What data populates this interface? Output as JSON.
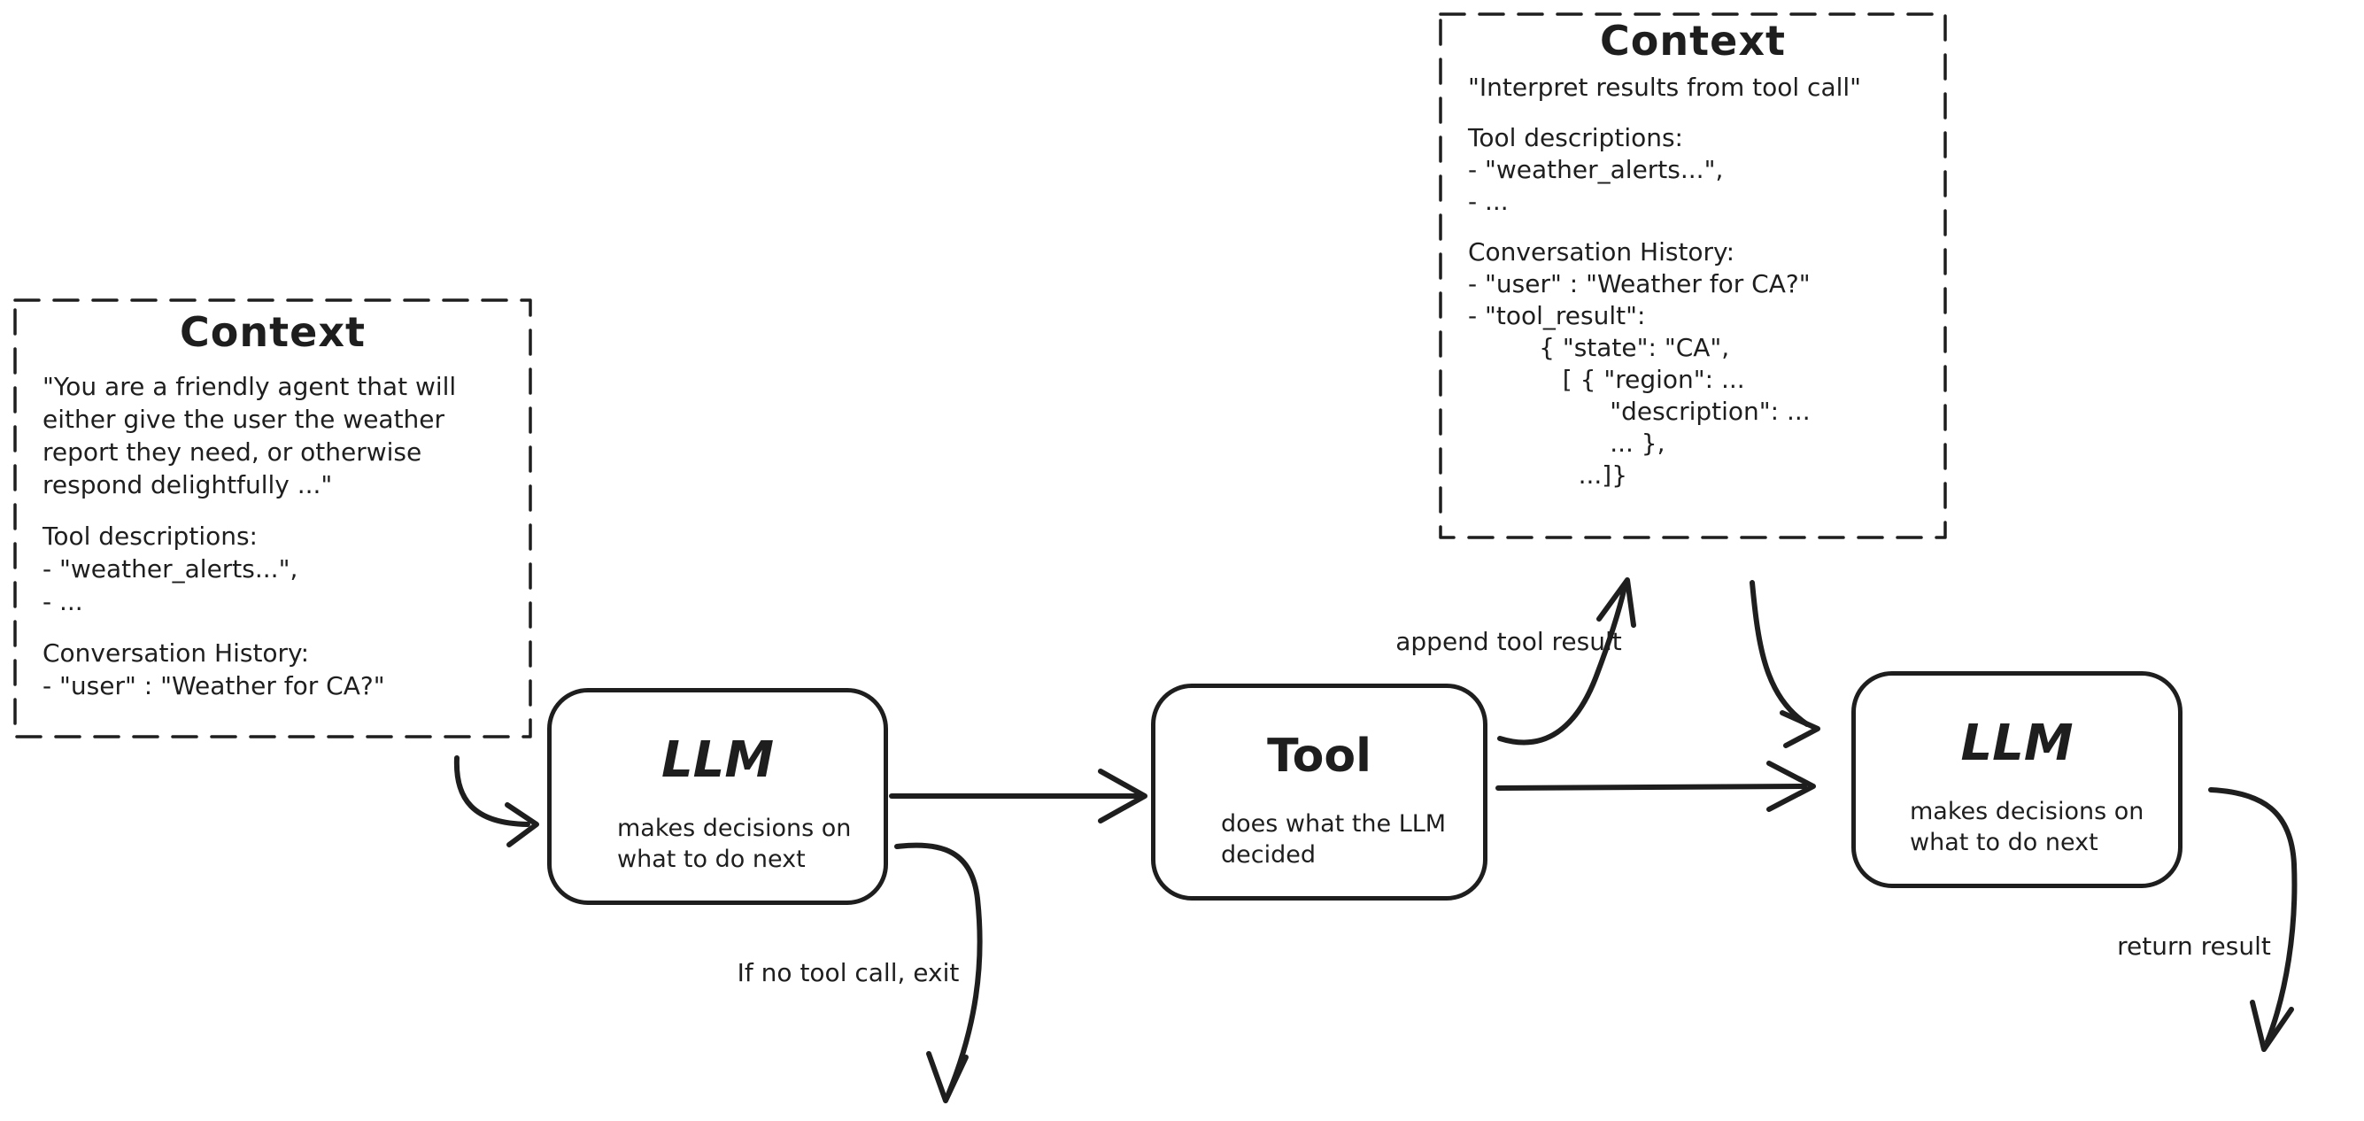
{
  "diagram": {
    "ink_color": "#1e1e1e",
    "background": "#ffffff"
  },
  "context_left": {
    "title": "Context",
    "lines": [
      "\"You are a friendly agent that will",
      "either give the user the weather",
      "report they need, or otherwise",
      "respond delightfully ...\"",
      "",
      "Tool descriptions:",
      "- \"weather_alerts...\",",
      "- ...",
      "",
      "Conversation History:",
      "- \"user\" : \"Weather for CA?\""
    ]
  },
  "context_right": {
    "title": "Context",
    "lines": [
      "\"Interpret results from tool call\"",
      "",
      "Tool descriptions:",
      "- \"weather_alerts...\",",
      "- ...",
      "",
      "Conversation History:",
      "- \"user\" : \"Weather for CA?\"",
      "- \"tool_result\":",
      "         { \"state\": \"CA\",",
      "            [ { \"region\": ...",
      "                  \"description\": ...",
      "                  ... },",
      "              ...]}"
    ]
  },
  "nodes": {
    "llm1": {
      "title": "LLM",
      "subtitle": "makes decisions on\nwhat to do next"
    },
    "tool": {
      "title": "Tool",
      "subtitle": "does what the LLM\ndecided"
    },
    "llm2": {
      "title": "LLM",
      "subtitle": "makes decisions on\nwhat to do next"
    }
  },
  "labels": {
    "append_tool_result": "append tool result",
    "no_tool_call_exit": "If no tool call, exit",
    "return_result": "return result"
  }
}
